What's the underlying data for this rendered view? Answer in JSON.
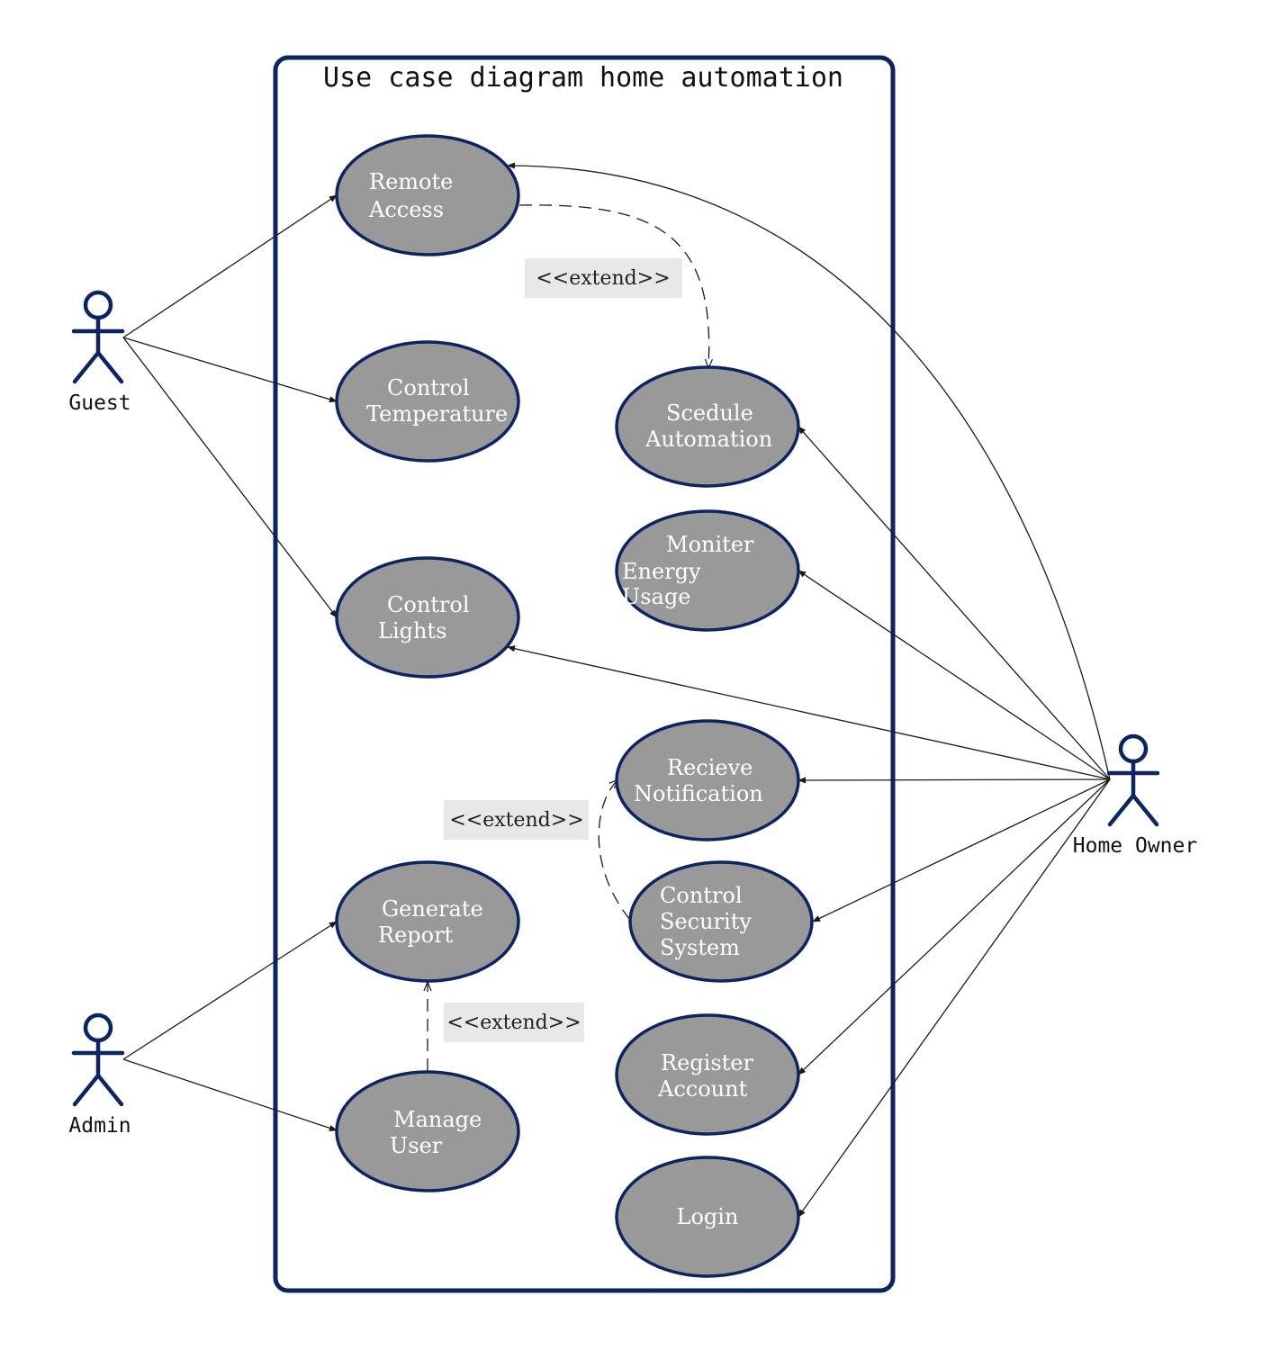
{
  "title": "Use case diagram home automation",
  "colors": {
    "boundary": "#0c2461",
    "ellipse_fill": "#999999",
    "ellipse_stroke": "#0c2461",
    "actor": "#0c2461",
    "line": "#1a1a1a",
    "label_bg": "#e8e8e8",
    "usecase_text": "#ffffff"
  },
  "actors": {
    "guest": "Guest",
    "admin": "Admin",
    "home_owner": "Home Owner"
  },
  "usecases": {
    "remote_access": [
      "Remote",
      "Access"
    ],
    "control_temperature": [
      "Control",
      "Temperature"
    ],
    "control_lights": [
      "Control",
      "Lights"
    ],
    "scedule_automation": [
      "Scedule",
      "Automation"
    ],
    "moniter_energy": [
      "Moniter",
      "Energy",
      "Usage"
    ],
    "recieve_notification": [
      "Recieve",
      "Notification"
    ],
    "control_security": [
      "Control",
      "Security",
      "System"
    ],
    "generate_report": [
      "Generate",
      "Report"
    ],
    "manage_user": [
      "Manage",
      "User"
    ],
    "register_account": [
      "Register",
      "Account"
    ],
    "login": [
      "Login"
    ]
  },
  "relations": {
    "extend_1": "<<extend>>",
    "extend_2": "<<extend>>",
    "extend_3": "<<extend>>"
  }
}
